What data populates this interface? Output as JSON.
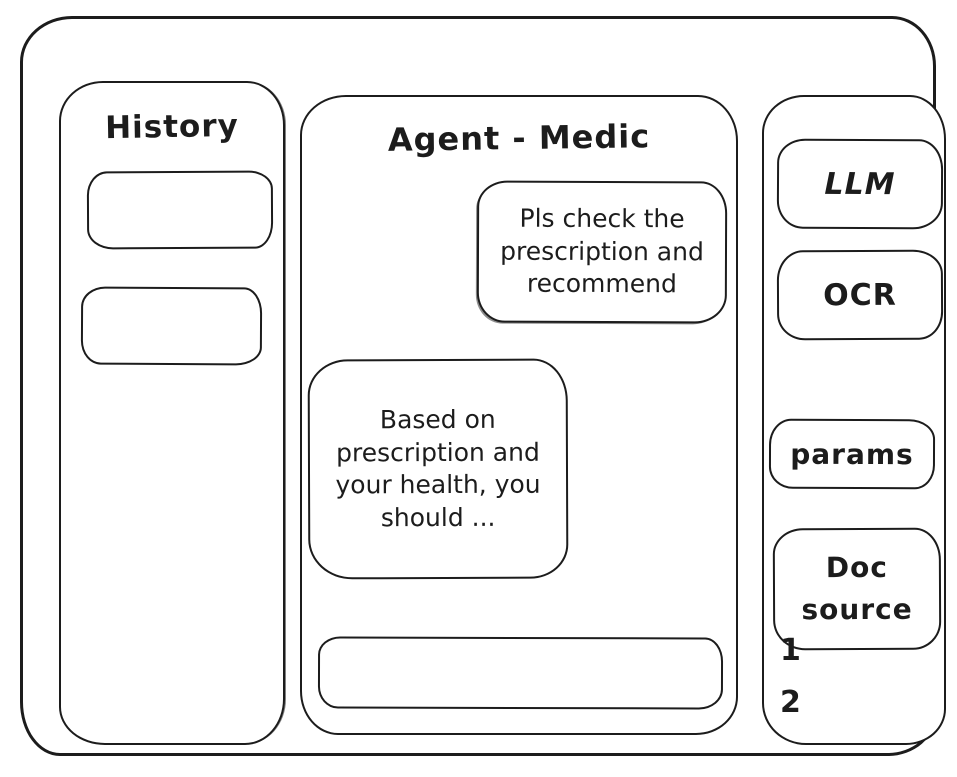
{
  "window": {
    "background": "#ffffff",
    "stroke_color": "#1c1c1c"
  },
  "history": {
    "title": "History",
    "items": [
      "",
      ""
    ]
  },
  "chat": {
    "title": "Agent - Medic",
    "messages": {
      "user": "Pls check the prescription and recommend",
      "agent": "Based on prescription and your health, you should ..."
    },
    "input": {
      "value": "",
      "placeholder": ""
    }
  },
  "tools": {
    "llm": "LLM",
    "ocr": "OCR",
    "params": "params",
    "doc_source": "Doc source",
    "doc_items": [
      "1",
      "2"
    ]
  }
}
